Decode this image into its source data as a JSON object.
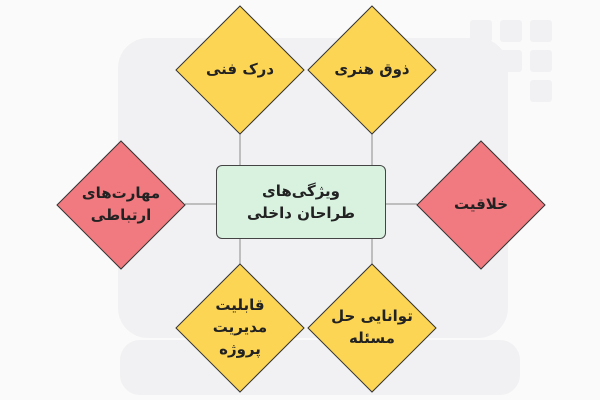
{
  "colors": {
    "background": "#fafafa",
    "yellow": "#fdd555",
    "red": "#f07a80",
    "green": "#d8f2df",
    "watermark": "#f1f1f3"
  },
  "center": {
    "label": "ویژگی‌های\nطراحان داخلی"
  },
  "nodes": [
    {
      "id": "art-sense",
      "label": "ذوق هنری",
      "color": "yellow"
    },
    {
      "id": "technical-understanding",
      "label": "درک فنی",
      "color": "yellow"
    },
    {
      "id": "creativity",
      "label": "خلاقیت",
      "color": "red"
    },
    {
      "id": "communication-skills",
      "label": "مهارت‌های\nارتباطی",
      "color": "red"
    },
    {
      "id": "problem-solving",
      "label": "توانایی حل\nمسئله",
      "color": "yellow"
    },
    {
      "id": "project-management",
      "label": "قابلیت\nمدیریت\nپروژه",
      "color": "yellow"
    }
  ]
}
